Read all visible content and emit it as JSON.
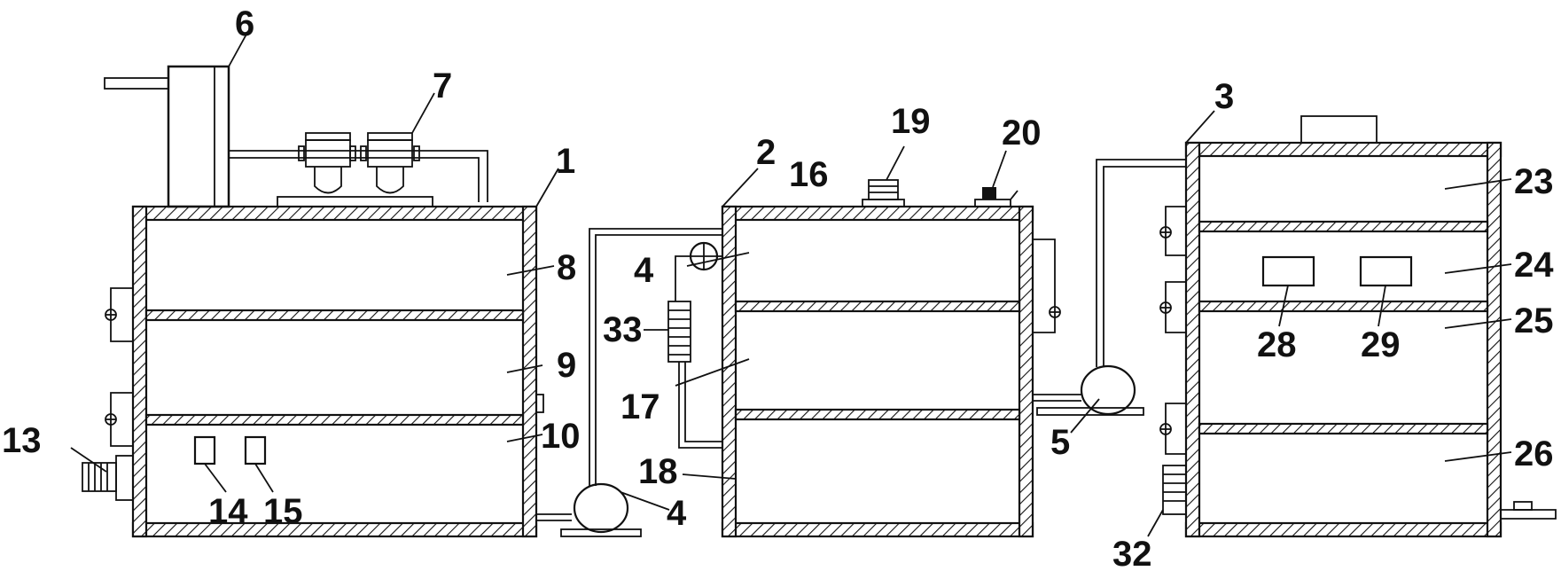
{
  "labels": {
    "n1": "1",
    "n2": "2",
    "n3": "3",
    "n4a": "4",
    "n4b": "4",
    "n5": "5",
    "n6": "6",
    "n7": "7",
    "n8": "8",
    "n9": "9",
    "n10": "10",
    "n13": "13",
    "n14": "14",
    "n15": "15",
    "n16": "16",
    "n17": "17",
    "n18": "18",
    "n19": "19",
    "n20": "20",
    "n23": "23",
    "n24": "24",
    "n25": "25",
    "n26": "26",
    "n28": "28",
    "n29": "29",
    "n32": "32",
    "n33": "33"
  }
}
